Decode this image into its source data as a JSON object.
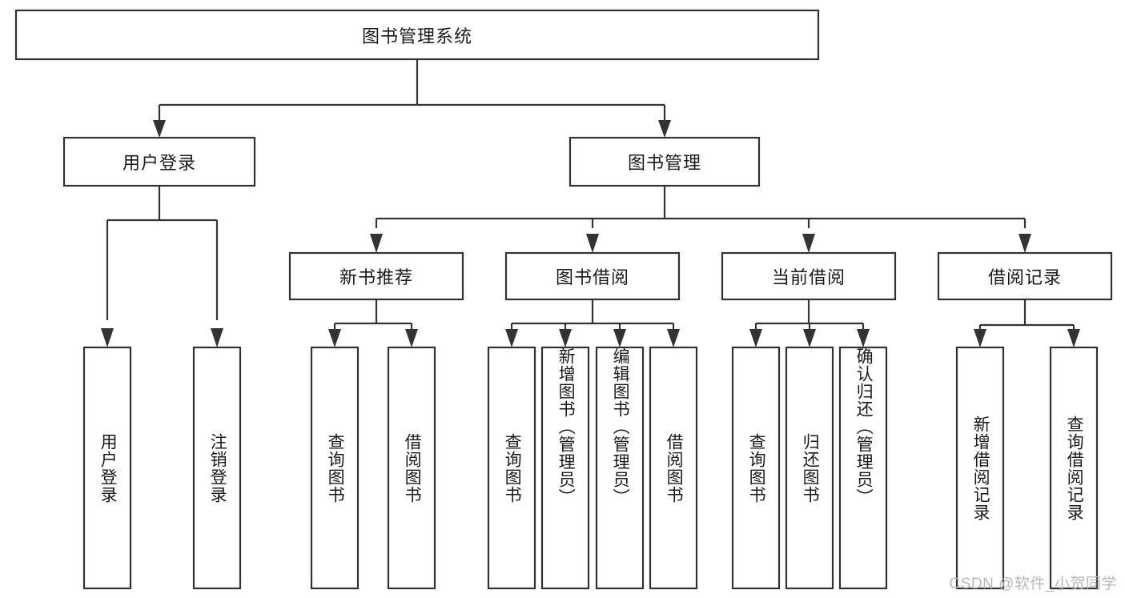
{
  "diagram": {
    "type": "tree",
    "title": "图书管理系统",
    "root": {
      "label": "图书管理系统"
    },
    "level2": [
      {
        "label": "用户登录"
      },
      {
        "label": "图书管理"
      }
    ],
    "level3": [
      {
        "label": "新书推荐"
      },
      {
        "label": "图书借阅"
      },
      {
        "label": "当前借阅"
      },
      {
        "label": "借阅记录"
      }
    ],
    "leaves": {
      "user_login": [
        {
          "label": "用户登录"
        },
        {
          "label": "注销登录"
        }
      ],
      "new_book_recommend": [
        {
          "label": "查询图书"
        },
        {
          "label": "借阅图书"
        }
      ],
      "book_borrow": [
        {
          "label": "查询图书"
        },
        {
          "label": "新增图书（管理员）"
        },
        {
          "label": "编辑图书（管理员）"
        },
        {
          "label": "借阅图书"
        }
      ],
      "current_borrow": [
        {
          "label": "查询图书"
        },
        {
          "label": "归还图书"
        },
        {
          "label": "确认归还（管理员）"
        }
      ],
      "borrow_record": [
        {
          "label": "新增借阅记录"
        },
        {
          "label": "查询借阅记录"
        }
      ]
    }
  },
  "watermark": {
    "text": "CSDN @软件_小贺同学"
  },
  "colors": {
    "box_stroke": "#333333",
    "box_fill": "#ffffff",
    "text": "#1a1a1a",
    "watermark": "#b9b9b9",
    "background": "#ffffff"
  }
}
